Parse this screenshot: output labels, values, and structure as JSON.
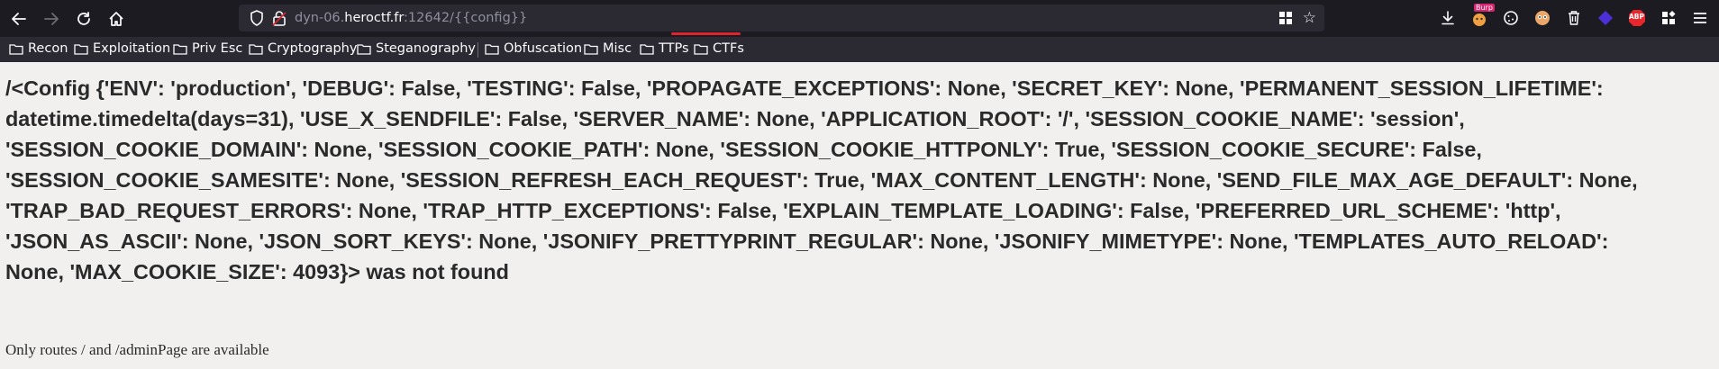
{
  "browser": {
    "url": {
      "prefix": "dyn-06.",
      "domain": "heroctf.fr",
      "port_path": ":12642/",
      "highlight": "{{config}}"
    },
    "bookmarks": [
      {
        "label": "Recon"
      },
      {
        "label": "Exploitation"
      },
      {
        "label": "Priv Esc"
      },
      {
        "label": "Cryptography"
      },
      {
        "label": "Steganography"
      },
      {
        "label": "Obfuscation"
      },
      {
        "label": "Misc"
      },
      {
        "label": "TTPs"
      },
      {
        "label": "CTFs"
      }
    ],
    "extensions": {
      "badge": "Burp",
      "abp": "ABP"
    }
  },
  "page": {
    "error_lines": [
      "/<Config {'ENV': 'production', 'DEBUG': False, 'TESTING': False, 'PROPAGATE_EXCEPTIONS': None, 'SECRET_KEY': None, 'PERMANENT_SESSION_LIFETIME':",
      "datetime.timedelta(days=31), 'USE_X_SENDFILE': False, 'SERVER_NAME': None, 'APPLICATION_ROOT': '/', 'SESSION_COOKIE_NAME': 'session',",
      "'SESSION_COOKIE_DOMAIN': None, 'SESSION_COOKIE_PATH': None, 'SESSION_COOKIE_HTTPONLY': True, 'SESSION_COOKIE_SECURE': False,",
      "'SESSION_COOKIE_SAMESITE': None, 'SESSION_REFRESH_EACH_REQUEST': True, 'MAX_CONTENT_LENGTH': None, 'SEND_FILE_MAX_AGE_DEFAULT': None,",
      "'TRAP_BAD_REQUEST_ERRORS': None, 'TRAP_HTTP_EXCEPTIONS': False, 'EXPLAIN_TEMPLATE_LOADING': False, 'PREFERRED_URL_SCHEME': 'http',",
      "'JSON_AS_ASCII': None, 'JSON_SORT_KEYS': None, 'JSONIFY_PRETTYPRINT_REGULAR': None, 'JSONIFY_MIMETYPE': None, 'TEMPLATES_AUTO_RELOAD':",
      "None, 'MAX_COOKIE_SIZE': 4093}> was not found"
    ],
    "footnote": "Only routes / and /adminPage are available"
  },
  "colors": {
    "toolbar_bg": "#1c1b22",
    "urlbar_bg": "#2b2a33",
    "page_bg": "#f1f0ef",
    "underline": "#e0242d"
  }
}
